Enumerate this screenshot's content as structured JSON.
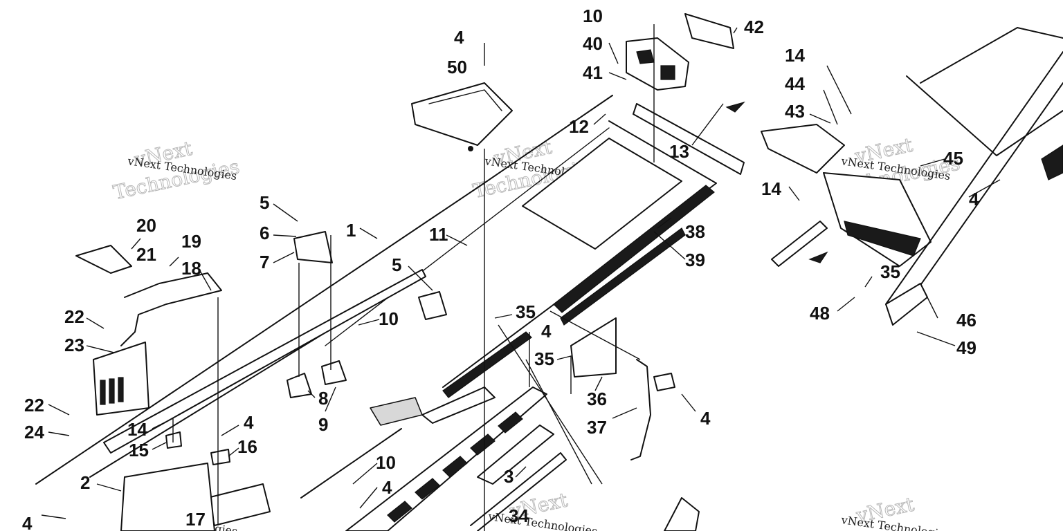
{
  "watermark": {
    "line1": "vNext",
    "line2": "Technologies",
    "small": "vNext Technologies"
  },
  "callouts": [
    {
      "id": "c1",
      "text": "1"
    },
    {
      "id": "c2",
      "text": "2"
    },
    {
      "id": "c3",
      "text": "3"
    },
    {
      "id": "c4a",
      "text": "4"
    },
    {
      "id": "c4b",
      "text": "4"
    },
    {
      "id": "c4c",
      "text": "4"
    },
    {
      "id": "c4d",
      "text": "4"
    },
    {
      "id": "c4e",
      "text": "4"
    },
    {
      "id": "c4f",
      "text": "4"
    },
    {
      "id": "c4g",
      "text": "4"
    },
    {
      "id": "c5a",
      "text": "5"
    },
    {
      "id": "c5b",
      "text": "5"
    },
    {
      "id": "c6",
      "text": "6"
    },
    {
      "id": "c7",
      "text": "7"
    },
    {
      "id": "c8",
      "text": "8"
    },
    {
      "id": "c9",
      "text": "9"
    },
    {
      "id": "c10a",
      "text": "10"
    },
    {
      "id": "c10b",
      "text": "10"
    },
    {
      "id": "c10c",
      "text": "10"
    },
    {
      "id": "c11",
      "text": "11"
    },
    {
      "id": "c12",
      "text": "12"
    },
    {
      "id": "c13",
      "text": "13"
    },
    {
      "id": "c14a",
      "text": "14"
    },
    {
      "id": "c14b",
      "text": "14"
    },
    {
      "id": "c14c",
      "text": "14"
    },
    {
      "id": "c15",
      "text": "15"
    },
    {
      "id": "c16",
      "text": "16"
    },
    {
      "id": "c17",
      "text": "17"
    },
    {
      "id": "c18",
      "text": "18"
    },
    {
      "id": "c19",
      "text": "19"
    },
    {
      "id": "c20",
      "text": "20"
    },
    {
      "id": "c21",
      "text": "21"
    },
    {
      "id": "c22a",
      "text": "22"
    },
    {
      "id": "c22b",
      "text": "22"
    },
    {
      "id": "c23",
      "text": "23"
    },
    {
      "id": "c24",
      "text": "24"
    },
    {
      "id": "c34",
      "text": "34"
    },
    {
      "id": "c35a",
      "text": "35"
    },
    {
      "id": "c35b",
      "text": "35"
    },
    {
      "id": "c35c",
      "text": "35"
    },
    {
      "id": "c36",
      "text": "36"
    },
    {
      "id": "c37",
      "text": "37"
    },
    {
      "id": "c38",
      "text": "38"
    },
    {
      "id": "c39",
      "text": "39"
    },
    {
      "id": "c40",
      "text": "40"
    },
    {
      "id": "c41",
      "text": "41"
    },
    {
      "id": "c42",
      "text": "42"
    },
    {
      "id": "c43",
      "text": "43"
    },
    {
      "id": "c44",
      "text": "44"
    },
    {
      "id": "c45",
      "text": "45"
    },
    {
      "id": "c46",
      "text": "46"
    },
    {
      "id": "c48",
      "text": "48"
    },
    {
      "id": "c49",
      "text": "49"
    },
    {
      "id": "c50",
      "text": "50"
    }
  ]
}
